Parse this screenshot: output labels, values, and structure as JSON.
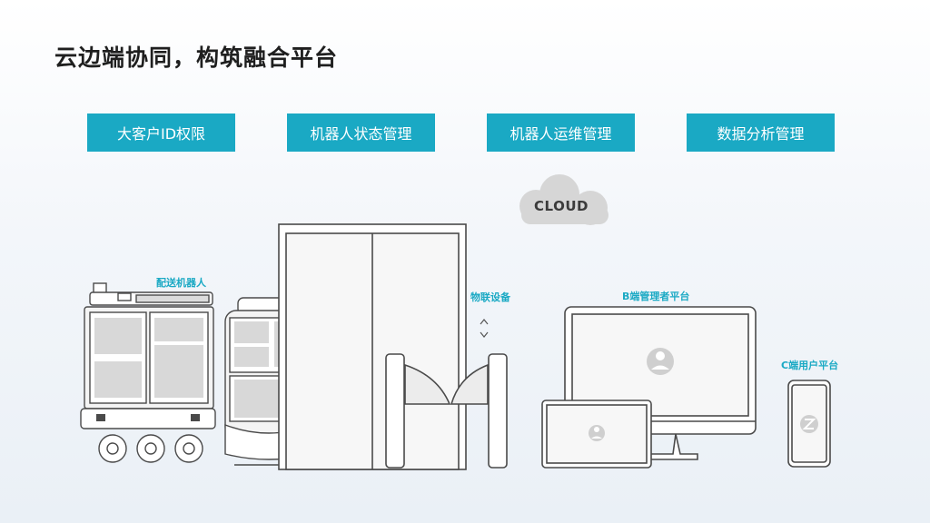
{
  "slide": {
    "title": "云边端协同，构筑融合平台",
    "tags": [
      "大客户ID权限",
      "机器人状态管理",
      "机器人运维管理",
      "数据分析管理"
    ],
    "cloud_label": "CLOUD",
    "device_labels": {
      "delivery_robot": "配送机器人",
      "iot_devices": "物联设备",
      "b_platform": "B端管理者平台",
      "c_platform": "C端用户平台"
    },
    "colors": {
      "accent": "#1aa9c4",
      "title": "#1f1f1f",
      "line": "#4a4a4a"
    }
  }
}
